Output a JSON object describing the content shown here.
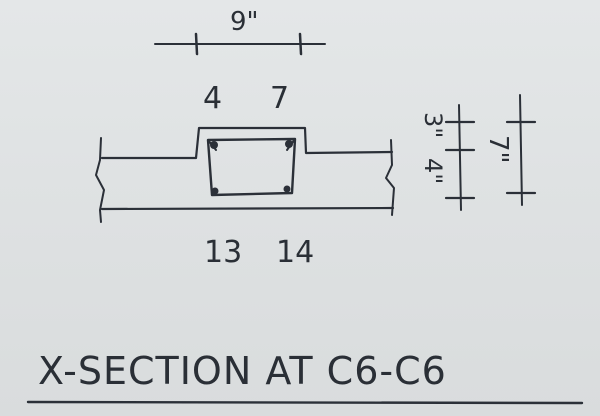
{
  "dimension_top": "9\"",
  "bar_labels_top": [
    "4",
    "7"
  ],
  "bar_labels_bottom": [
    "13",
    "14"
  ],
  "dim_right_inner_a": "3\"",
  "dim_right_inner_b": "4\"",
  "dim_right_outer": "7\"",
  "title": "X-SECTION AT C6-C6",
  "colors": {
    "ink": "#2b3038",
    "paper": "#e0e3e4"
  }
}
